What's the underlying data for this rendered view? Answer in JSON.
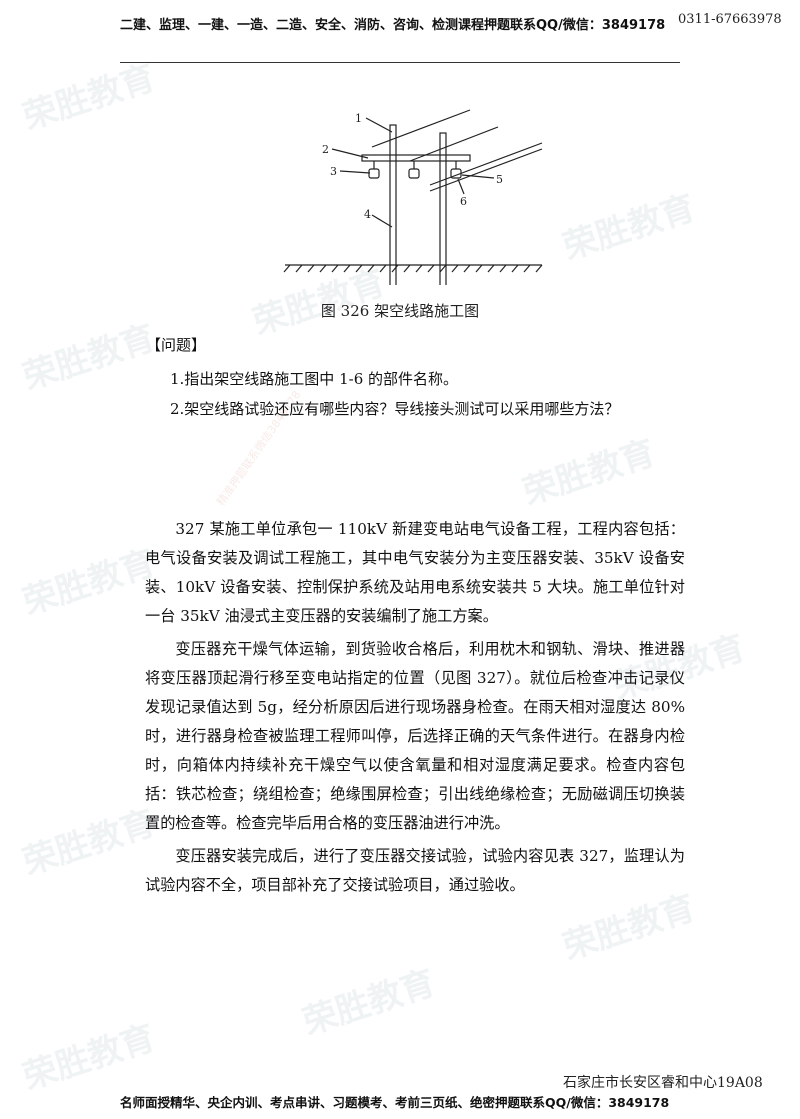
{
  "header": {
    "left": "二建、监理、一建、一造、二造、安全、消防、咨询、检测课程押题联系QQ/微信：3849178",
    "right": "0311-67663978"
  },
  "figure": {
    "labels": [
      "1",
      "2",
      "3",
      "4",
      "5",
      "6"
    ],
    "caption": "图 326 架空线路施工图"
  },
  "questions": {
    "title": "【问题】",
    "items": [
      "1.指出架空线路施工图中 1-6 的部件名称。",
      "2.架空线路试验还应有哪些内容？导线接头测试可以采用哪些方法？"
    ]
  },
  "case": {
    "p1": "327 某施工单位承包一 110kV 新建变电站电气设备工程，工程内容包括：电气设备安装及调试工程施工，其中电气安装分为主变压器安装、35kV 设备安装、10kV 设备安装、控制保护系统及站用电系统安装共 5 大块。施工单位针对一台 35kV 油浸式主变压器的安装编制了施工方案。",
    "p2": "变压器充干燥气体运输，到货验收合格后，利用枕木和钢轨、滑块、推进器将变压器顶起滑行移至变电站指定的位置（见图 327）。就位后检查冲击记录仪发现记录值达到 5g，经分析原因后进行现场器身检查。在雨天相对湿度达 80%时，进行器身检查被监理工程师叫停，后选择正确的天气条件进行。在器身内检时，向箱体内持续补充干燥空气以使含氧量和相对湿度满足要求。检查内容包括：铁芯检查；绕组检查；绝缘围屏检查；引出线绝缘检查；无励磁调压切换装置的检查等。检查完毕后用合格的变压器油进行冲洗。",
    "p3": "变压器安装完成后，进行了变压器交接试验，试验内容见表 327，监理认为试验内容不全，项目部补充了交接试验项目，通过验收。"
  },
  "footer": {
    "location": "石家庄市长安区睿和中心19A08",
    "text": "名师面授精华、央企内训、考点串讲、习题模考、考前三页纸、绝密押题联系QQ/微信：3849178"
  },
  "watermarks": {
    "brand": "荣胜教育",
    "side": "精准押题联系微信3849178"
  }
}
